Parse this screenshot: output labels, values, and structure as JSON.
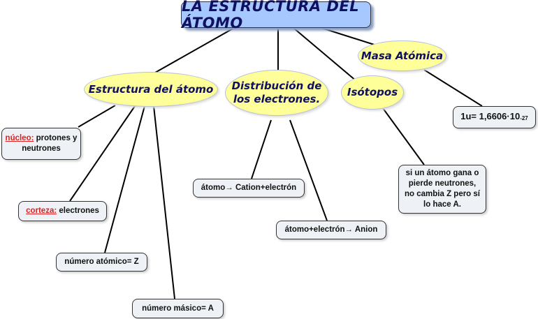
{
  "title": "LA ESTRUCTURA DEL ÁTOMO",
  "concepts": {
    "estructura": "Estructura del átomo",
    "distribucion": "Distribución de los electrones.",
    "isotopos": "Isótopos",
    "masa": "Masa Atómica"
  },
  "nodes": {
    "nucleo_label": "núcleo:",
    "nucleo_text": "protones y neutrones",
    "corteza_label": "corteza:",
    "corteza_text": "electrones",
    "numero_atomico": "número atómico= Z",
    "numero_masico": "número másico= A",
    "cation": "átomo→ Cation+electrón",
    "anion": "átomo+electrón→ Anion",
    "isotopos_text": "si un átomo gana o pierde neutrones, no cambia Z pero sí lo hace A.",
    "masa_value": "1u= 1,6606·10",
    "masa_exp": "-27"
  },
  "colors": {
    "title_bg": "#a6c8ff",
    "concept_bg": "#ffff99",
    "box_bg": "#eef2f6",
    "highlight": "#e02020"
  }
}
